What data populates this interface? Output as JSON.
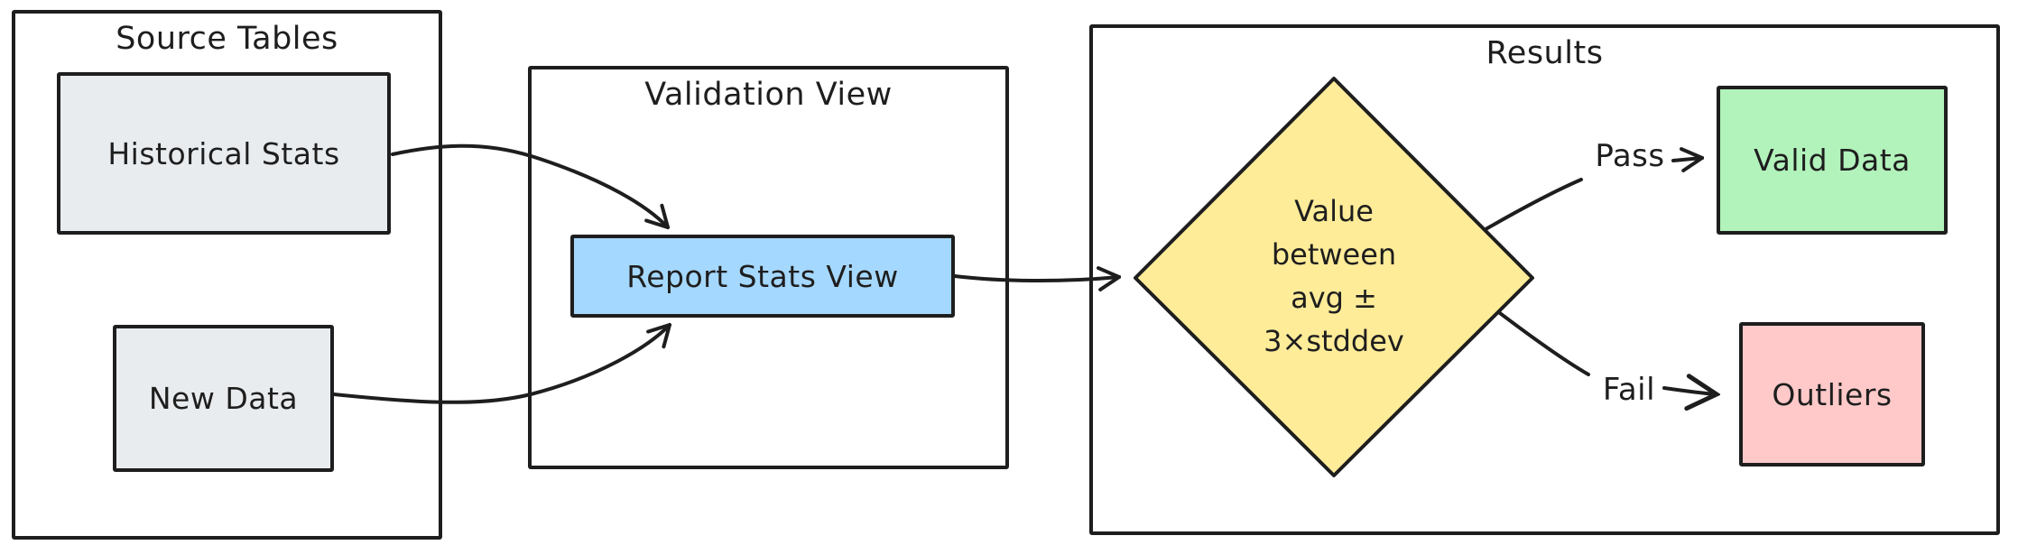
{
  "diagram": {
    "stroke_color": "#1e1e1e",
    "background_color": "#ffffff",
    "containers": {
      "source_tables": {
        "title": "Source Tables"
      },
      "validation_view": {
        "title": "Validation View"
      },
      "results": {
        "title": "Results"
      }
    },
    "nodes": {
      "historical_stats": {
        "label": "Historical Stats",
        "fill": "#e9ecef",
        "shape": "rectangle"
      },
      "new_data": {
        "label": "New Data",
        "fill": "#e9ecef",
        "shape": "rectangle"
      },
      "report_stats_view": {
        "label": "Report Stats View",
        "fill": "#a5d8ff",
        "shape": "rectangle"
      },
      "decision": {
        "label": "Value\nbetween\navg ±\n3×stddev",
        "fill": "#ffec99",
        "shape": "diamond"
      },
      "valid_data": {
        "label": "Valid Data",
        "fill": "#b2f2bb",
        "shape": "rectangle"
      },
      "outliers": {
        "label": "Outliers",
        "fill": "#ffc9c9",
        "shape": "rectangle"
      }
    },
    "edge_labels": {
      "pass": "Pass",
      "fail": "Fail"
    },
    "edges": [
      {
        "from": "historical_stats",
        "to": "report_stats_view",
        "label": ""
      },
      {
        "from": "new_data",
        "to": "report_stats_view",
        "label": ""
      },
      {
        "from": "report_stats_view",
        "to": "decision",
        "label": ""
      },
      {
        "from": "decision",
        "to": "valid_data",
        "label": "Pass"
      },
      {
        "from": "decision",
        "to": "outliers",
        "label": "Fail"
      }
    ]
  }
}
